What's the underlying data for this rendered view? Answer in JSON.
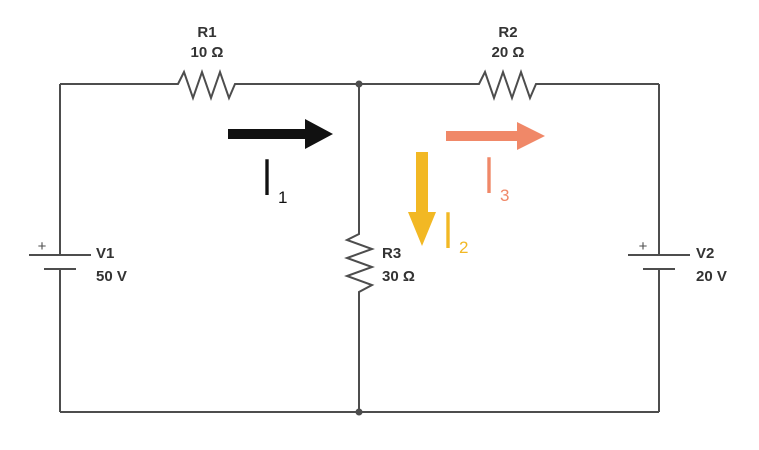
{
  "components": {
    "r1": {
      "name": "R1",
      "value": "10 Ω"
    },
    "r2": {
      "name": "R2",
      "value": "20 Ω"
    },
    "r3": {
      "name": "R3",
      "value": "30 Ω"
    },
    "v1": {
      "name": "V1",
      "value": "50 V",
      "polarity": "+"
    },
    "v2": {
      "name": "V2",
      "value": "20 V",
      "polarity": "+"
    }
  },
  "currents": {
    "i1": {
      "symbol": "I",
      "subscript": "1",
      "color": "#111111"
    },
    "i2": {
      "symbol": "I",
      "subscript": "2",
      "color": "#f2b824"
    },
    "i3": {
      "symbol": "I",
      "subscript": "3",
      "color": "#f08868"
    }
  },
  "colors": {
    "wire": "#4d4d4d",
    "text": "#333333"
  }
}
